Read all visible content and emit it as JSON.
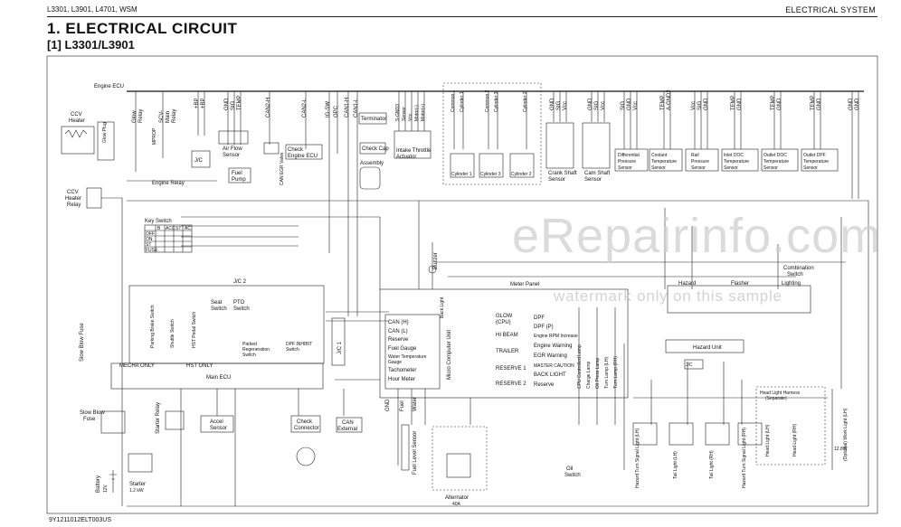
{
  "header": {
    "models": "L3301, L3901, L4701, WSM",
    "section": "ELECTRICAL SYSTEM",
    "title": "1.  ELECTRICAL CIRCUIT",
    "subtitle": "[1]  L3301/L3901"
  },
  "footer": {
    "code": "9Y1211012ELT003US"
  },
  "watermark": {
    "main": "eRepairinfo.com",
    "sample": "watermark only on this sample"
  },
  "labels": {
    "engine_ecu": "Engine ECU",
    "ccv_heater": [
      "CCV",
      "Heater"
    ],
    "ccv_heater_relay": [
      "CCV",
      "Heater",
      "Relay"
    ],
    "glow_plug": "Glow Plug",
    "engine_relay": "Engine Relay",
    "fuel_pump": [
      "Fuel",
      "Pump"
    ],
    "air_flow_sensor": [
      "Air Flow",
      "Sensor"
    ],
    "can_egr_valve": "CAN EGR Valve",
    "terminator": "Terminator",
    "check_cap": "Check Cap",
    "check_engine_ecu": [
      "Check",
      "Engine ECU"
    ],
    "assembly": "Assembly",
    "intake_throttle_actuator": [
      "Intake Throttle",
      "Actuator"
    ],
    "cylinder_1": "Cylinder 1",
    "cylinder_3": "Cylinder 3",
    "cylinder_2": "Cylinder 2",
    "crank_shaft_sensor": [
      "Crank Shaft",
      "Sensor"
    ],
    "cam_shaft_sensor": [
      "Cam Shaft",
      "Sensor"
    ],
    "diff_pressure_sensor": [
      "Differential",
      "Pressure",
      "Sensor"
    ],
    "coolant_temp_sensor": [
      "Coolant",
      "Temperature",
      "Sensor"
    ],
    "rail_pressure_sensor": [
      "Rail",
      "Pressure",
      "Sensor"
    ],
    "inlet_doc_sensor": [
      "Inlet DOC",
      "Temperature",
      "Sensor"
    ],
    "outlet_doc_sensor": [
      "Outlet DOC",
      "Temperature",
      "Sensor"
    ],
    "outlet_dpf_sensor": [
      "Outlet DPF",
      "Temperature",
      "Sensor"
    ],
    "key_switch": "Key Switch",
    "jc2": "J/C 2",
    "jc1": "J/C 1",
    "meter_panel": "Meter Panel",
    "micro_computer": "Micro Computer Unit",
    "buzzer": "Buzzer",
    "hazard": "Hazard",
    "flasher": "Flasher",
    "lighting": "Lighting",
    "combination_switch": [
      "Combination",
      "Switch"
    ],
    "hazard_unit": "Hazard Unit",
    "main_ecu": "Main ECU",
    "mecha_only": "MECHA ONLY",
    "hst_only": "HST ONLY",
    "seat_switch": [
      "Seat",
      "Switch"
    ],
    "pto_switch": [
      "PTO",
      "Switch"
    ],
    "parking_brake_switch": "Parking Brake Switch",
    "shuttle_switch": "Shuttle Switch",
    "hst_pedal_switch": "HST Pedal Switch",
    "parked_regen_switch": [
      "Parked",
      "Regeneration",
      "Switch"
    ],
    "dpf_inhibit_switch": [
      "DPF INHIBIT",
      "Switch"
    ],
    "slow_blow_fuse": "Slow Blow Fuse",
    "slow_blow_fuse2": [
      "Slow Blow",
      "Fuse"
    ],
    "starter_relay": "Starter Relay",
    "accel_sensor": [
      "Accel",
      "Sensor"
    ],
    "check_connector": [
      "Check",
      "Connector"
    ],
    "can_external": [
      "CAN",
      "External"
    ],
    "battery": "Battery",
    "starter": "Starter",
    "fuel_level_sensor": "Fuel Level Sensor",
    "alternator": "Alternator",
    "oil_switch": [
      "Oil",
      "Switch"
    ],
    "head_light_harness": [
      "Head Light Harness",
      "(Separate)"
    ],
    "optional_work_light": "(Optional) Work Light (LH)",
    "head_light_lh": "Head Light (LH)",
    "head_light_rh": "Head Light (RH)",
    "hazard_turn_lh": "Hazard Turn Signal Light (LH)",
    "hazard_turn_rh": "Hazard Turn Signal Light (RH)",
    "tail_light_lh": "Tail Light (LH)",
    "tail_light_rh": "Tail Light (RH)",
    "cpu_controlled_lamp": "CPU Controlled Lamp",
    "charge_lamp": "Charge Lamp",
    "oil_press_lamp": "Oil Press Lamp",
    "back_light": "Back Light",
    "turn_lamp_lh": "Turn Lamp (LH)",
    "turn_lamp_rh": "Turn Lamp (RH)",
    "can_h": "CAN (H)",
    "can_l": "CAN (L)",
    "reserve": "Reserve",
    "fuel_gauge": "Fuel Gauge",
    "water_temp_gauge": [
      "Water Temperature",
      "Gauge"
    ],
    "tachometer": "Tachometer",
    "hour_meter": "Hour Meter",
    "gnd": "GND",
    "fuel": "Fuel",
    "water": "Water"
  },
  "indicators": {
    "glow": [
      "GLOW",
      "(CPU)"
    ],
    "hi_beam": "HI BEAM",
    "trailer": "TRAILER",
    "reserve_1": "RESERVE 1",
    "reserve_2": "RESERVE 2",
    "dpf": "DPF",
    "dpf_p": "DPF (P)",
    "rpm_increase": "Engine RPM Increase",
    "engine_warning": "Engine Warning",
    "egr_warning": "EGR Warning",
    "master_caution": "MASTER CAUTION",
    "back_light": "BACK LIGHT",
    "reserve": "Reserve"
  },
  "key_switch_table": {
    "columns": [
      "",
      "B",
      "ACC",
      "ST",
      "AC"
    ],
    "rows": [
      "OFF",
      "ON",
      "ST",
      "FUSE"
    ]
  },
  "ecu_pins": {
    "a": [
      "Glow",
      "Relay"
    ],
    "b": [
      "SCV-",
      "Main",
      "Relay"
    ],
    "c": [
      "+BP",
      "+BP"
    ],
    "d": [
      "GND",
      "SIG",
      "TEMP"
    ],
    "e": [
      "CAN2-H"
    ],
    "f": [
      "CAN2-L"
    ],
    "g": [
      "IG-SW",
      "OPC",
      "CAN1-H",
      "CAN1-L"
    ],
    "h": [
      "S-GND3",
      "Sensor",
      "Vcc",
      "Motor(-)",
      "Motor(+)"
    ],
    "i": [
      "Common 1",
      "Cylinder 1",
      "Common 2",
      "Cylinder 3",
      "Cylinder 2"
    ],
    "j": [
      "GND",
      "SIG",
      "Vcc",
      "GND",
      "SIG",
      "Vcc"
    ],
    "k": [
      "SIG",
      "GND",
      "Vcc",
      "TEMP",
      "A-GND2"
    ],
    "l": [
      "Vcc",
      "SIG",
      "GND",
      "TEMP",
      "GND",
      "TEMP",
      "GND",
      "TEMP",
      "GND"
    ],
    "m": [
      "GND",
      "GND"
    ]
  },
  "misc": {
    "mprop": "MPROP",
    "jc": "J/C",
    "hazard_r": "Hazard",
    "battery_spec": "12V",
    "starter_spec": "1.2 kW",
    "alt_spec": "40A",
    "wl_spec": "12.8W"
  }
}
